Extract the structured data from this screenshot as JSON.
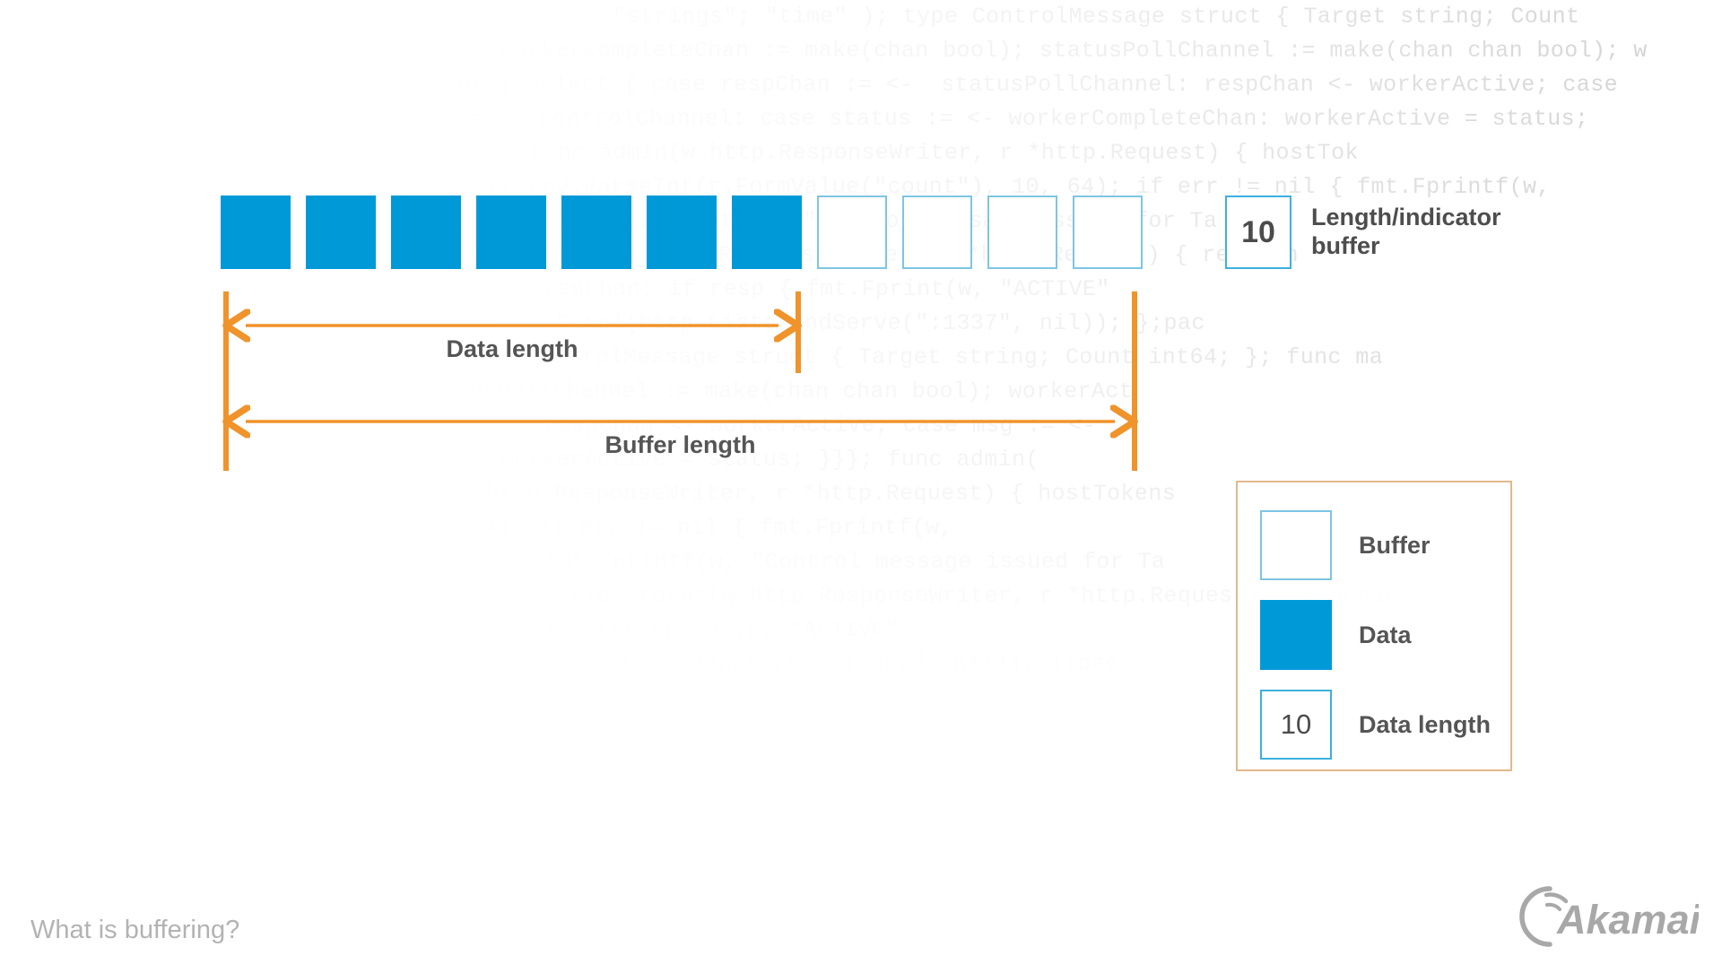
{
  "slide": {
    "footer_caption": "What is buffering?",
    "brand": "Akamai",
    "accent_blue": "#0099d8",
    "cell_border_blue": "#7ec5e3",
    "accent_orange": "#f0932b",
    "legend_border": "#e2b98c",
    "text_gray": "#555555"
  },
  "diagram": {
    "total_cells": 11,
    "data_cells": 7,
    "empty_cells": 4,
    "length_indicator": {
      "value": "10",
      "label": "Length/indicator buffer"
    },
    "measures": [
      {
        "name": "data-length",
        "label": "Data length"
      },
      {
        "name": "buffer-length",
        "label": "Buffer length"
      }
    ]
  },
  "legend": {
    "items": [
      {
        "swatch": "buffer",
        "value": "",
        "label": "Buffer"
      },
      {
        "swatch": "data",
        "value": "",
        "label": "Data"
      },
      {
        "swatch": "datalength",
        "value": "10",
        "label": "Data length"
      }
    ]
  },
  "background_code": {
    "language": "go",
    "lines": [
      "        \"strings\"; \"time\" ); type ControlMessage struct { Target string; Count",
      "   workerCompleteChan := make(chan bool); statusPollChannel := make(chan chan bool); w",
      "  for { select { case respChan := <-  statusPollChannel: respChan <- workerActive; case",
      "  msg := <- controlChannel: case status := <- workerCompleteChan: workerActive = status;",
      "  func admin(w http.ResponseWriter, r *http.Request) { hostTok",
      " strconv.ParseInt(r.FormValue(\"count\"), 10, 64); if err != nil { fmt.Fprintf(w,",
      "  return; }  fmt.Fprintf(w, \"Control message issued for Ta",
      "  func viewStatus(w http.ResponseWriter, r *http.Request) { reqChan",
      "   reqChan; if resp { fmt.Fprint(w, \"ACTIVE\"",
      "   log.Fatal(http.ListenAndServe(\":1337\", nil)); };pac",
      "   type ControlMessage struct { Target string; Count int64; }; func ma",
      "   statusPollChannel := make(chan chan bool); workerAct",
      "   respChan <- workerActive; case msg := <-",
      "   workerActive = status; }}}; func admin(",
      "   w http.ResponseWriter, r *http.Request) { hostTokens",
      "   10, 64); if err != nil { fmt.Fprintf(w,",
      "   fmt.Fprintf(w, \"Control message issued for Ta",
      "   func viewStatus(w http.ResponseWriter, r *http.Request) { reqChan",
      "   if resp { fmt.Fprint(w, \"ACTIVE\"",
      "   log.Fatal(http.ListenAndServe(\":1337\", nil)); };pac"
    ]
  }
}
